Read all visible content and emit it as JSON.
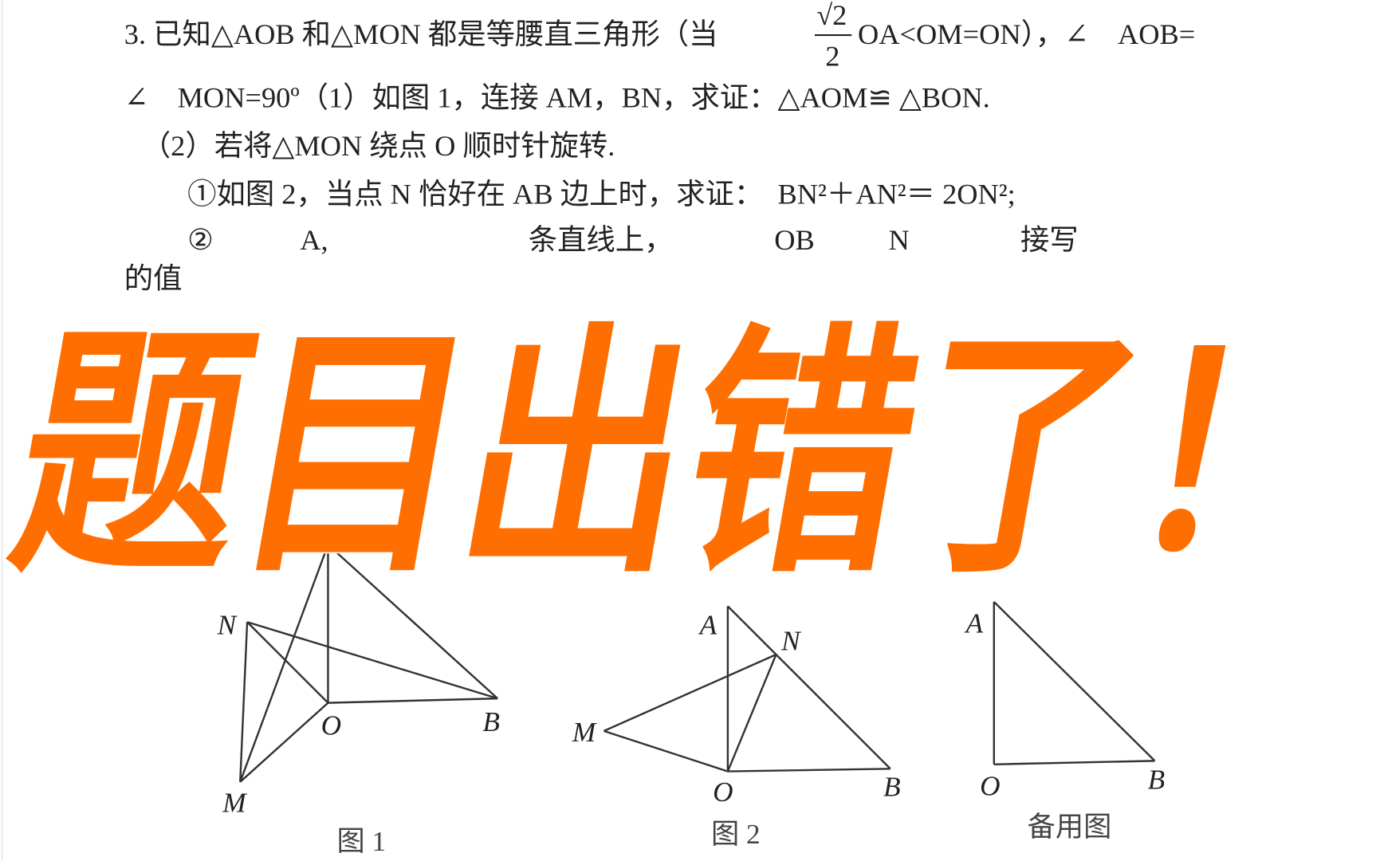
{
  "problem": {
    "line1_a": "3. 已知△AOB 和△MON 都是等腰直三角形（当",
    "frac_num": "√2",
    "frac_den": "2",
    "line1_b": "OA<OM=ON），∠　AOB=",
    "line2": "∠　MON=90º（1）如图 1，连接 AM，BN，求证：△AOM≌ △BON.",
    "line3": "（2）若将△MON 绕点 O 顺时针旋转.",
    "line4": "①如图 2，当点 N 恰好在 AB 边上时，求证：　BN²＋AN²＝ 2ON²;",
    "line5_fragments": [
      "②",
      "A,",
      "条直线上，",
      "OB",
      "N",
      "接写"
    ],
    "line6_fragment": "的值"
  },
  "figures": [
    {
      "caption": "图 1",
      "labels": {
        "N": "N",
        "O": "O",
        "B": "B",
        "M": "M"
      }
    },
    {
      "caption": "图 2",
      "labels": {
        "A": "A",
        "N": "N",
        "M": "M",
        "O": "O",
        "B": "B"
      }
    },
    {
      "caption": "备用图",
      "labels": {
        "A": "A",
        "O": "O",
        "B": "B"
      }
    }
  ],
  "overlay": {
    "text": "题目出错了！",
    "color": "#FF6E00"
  }
}
